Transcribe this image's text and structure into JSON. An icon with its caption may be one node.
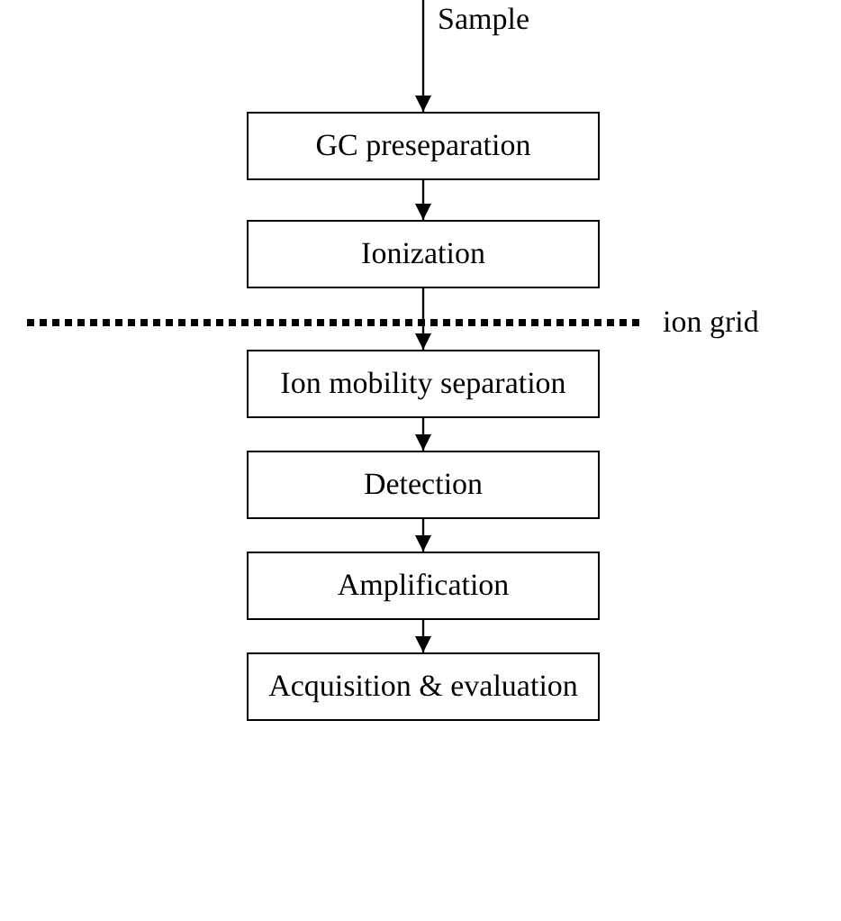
{
  "diagram": {
    "nodes": [
      {
        "text": [
          "GC preseparation"
        ]
      },
      {
        "text": [
          "Ionization"
        ]
      },
      {
        "text": [
          "Ion mobility separation"
        ]
      },
      {
        "text": [
          "Detection"
        ]
      },
      {
        "text": [
          "Amplification"
        ]
      },
      {
        "text": [
          "Acquisition & evaluation"
        ]
      }
    ],
    "edges": [
      {
        "from": null,
        "to": 0,
        "arrow": "to",
        "label": "Sample"
      },
      {
        "from": 0,
        "to": 1,
        "arrow": "to"
      },
      {
        "from": 1,
        "to": 2,
        "arrow": "to"
      },
      {
        "from": 2,
        "to": 3,
        "arrow": "to"
      },
      {
        "from": 3,
        "to": 4,
        "arrow": "to"
      },
      {
        "from": 4,
        "to": 5,
        "arrow": "to"
      }
    ],
    "labels": [
      "ion grid"
    ]
  }
}
